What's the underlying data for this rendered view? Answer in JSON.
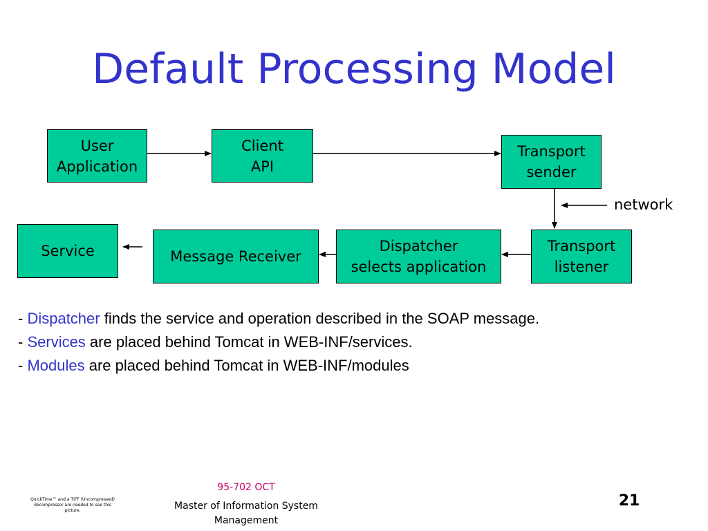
{
  "slide": {
    "title": "Default Processing Model",
    "network_label": "network"
  },
  "boxes": {
    "user_application": "User\nApplication",
    "client_api": "Client\nAPI",
    "transport_sender": "Transport\nsender",
    "transport_listener": "Transport\nlistener",
    "dispatcher": "Dispatcher\nselects application",
    "message_receiver": "Message Receiver",
    "service": "Service"
  },
  "bullets": [
    {
      "prefix": "- ",
      "highlight": "Dispatcher",
      "rest": " finds the service and operation described in the SOAP message."
    },
    {
      "prefix": "- ",
      "highlight": "Services",
      "rest": " are placed behind Tomcat in WEB-INF/services."
    },
    {
      "prefix": "- ",
      "highlight": "Modules",
      "rest": " are placed behind Tomcat in WEB-INF/modules"
    }
  ],
  "footer": {
    "course_code": "95-702 OCT",
    "program": "Master of Information System Management",
    "page_number": "21",
    "quicktime_note": "QuickTime™ and a TIFF (Uncompressed) decompressor are needed to see this picture."
  },
  "colors": {
    "title": "#3333cc",
    "box_fill": "#00cc99",
    "highlight": "#3333cc",
    "course_code": "#cc0066"
  }
}
